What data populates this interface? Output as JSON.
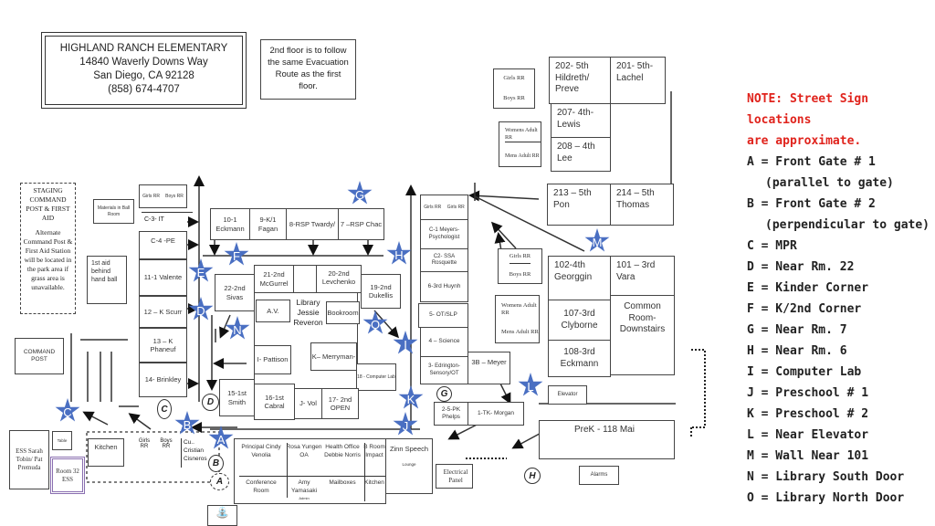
{
  "title_block": {
    "school": "HIGHLAND RANCH ELEMENTARY",
    "street": "14840 Waverly Downs Way",
    "city": "San Diego, CA  92128",
    "phone": "(858) 674-4707"
  },
  "second_floor_note": "2nd floor is to follow the same Evacuation Route as the first floor.",
  "staging": {
    "title": "STAGING COMMAND POST & FIRST AID",
    "body": "Alternate Command Post & First Aid Station will be located in the park area if grass area is unavailable."
  },
  "command_post": "COMMAND POST",
  "first_aid": "1st aid behind hand ball",
  "materials": "Materials in Ball Room",
  "rooms": {
    "girls_boys_rr_west": [
      "Girls RR",
      "Boys RR"
    ],
    "c3": "C-3- IT",
    "c4": "C-4 -PE",
    "r11": "11-1 Valente",
    "r12": "12 – K Scurr",
    "r13": "13 – K Phaneuf",
    "r14": "14- Brinkley",
    "r10": "10-1 Eckmann",
    "r9": "9-K/1 Fagan",
    "r8": "8-RSP Twardy/",
    "r7": "7 –RSP Chac",
    "r22": "22-2nd Sivas",
    "r21": "21-2nd McGurrel",
    "r20": "20-2nd Levchenko",
    "r19": "19-2nd Dukellis",
    "av": "A.V.",
    "library": "Library Jessie Reveron",
    "bookroom": "Bookroom",
    "pattison": "I- Pattison",
    "merryman": "K– Merryman-",
    "r18": "18 - Computer Lab",
    "r15": "15-1st Smith",
    "r16": "16-1st Cabral",
    "vol": "J- Vol",
    "r17": "17- 2nd OPEN",
    "girls_rr_pair": [
      "Girls RR",
      "Girls RR"
    ],
    "c1": "C-1 Meyers- Psychologist",
    "c2": "C2- SSA Rosquette",
    "r6": "6-3rd Huynh",
    "r5": "5- OT/SLP",
    "r4": "4 – Science",
    "r3": "3- Edrington- Sensory/OT",
    "r3b": "3B – Meyer",
    "r2": "2-5-PK Phelps",
    "r1": "1-TK- Morgan",
    "rr_mid": [
      "Girls RR",
      "Boys RR"
    ],
    "adult_rr_mid": [
      "Womens Adult RR",
      "Mens Adult RR"
    ],
    "r102": "102-4th Georggin",
    "r101": "101 – 3rd Vara",
    "r107": "107-3rd Clyborne",
    "r108": "108-3rd Eckmann",
    "common": "Common Room- Downstairs",
    "elevator": "Elevator",
    "prek": "PreK - 118 Mai",
    "alarms": "Alarms",
    "rr_top": [
      "Girls RR",
      "Boys RR"
    ],
    "adult_rr_top": [
      "Womens Adult RR",
      "Mens Adult RR"
    ],
    "r202": "202- 5th Hildreth/ Preve",
    "r201": "201- 5th- Lachel",
    "r207": "207- 4th- Lewis",
    "r208": "208 – 4th Lee",
    "r213": "213 – 5th Pon",
    "r214": "214 – 5th Thomas",
    "ess": "ESS Sarah Tobin/ Pat Premuda",
    "table": "Table",
    "room32": "Room 32 ESS",
    "kitchen_west": "Kitchen",
    "girls_rr_south": "Girls RR",
    "boys_rr_south": "Boys RR",
    "cisneros": "Cu.. Cristian Cisneros",
    "principal": "Principal Cindy Venolia",
    "rosa": "Rosa Yungen OA",
    "health": "Health Office Debbie Norris",
    "b_room": "B Room Impact",
    "conference": "Conference Room",
    "amy": "Amy Yamasaki",
    "amy_role": "Admin",
    "mailboxes": "Mailboxes",
    "kitchen_office": "Kitchen",
    "speech": "Zinn Speech",
    "lounge": "Lounge",
    "electrical": "Electrical Panel"
  },
  "legend": {
    "note_line1": "NOTE: Street Sign locations",
    "note_line2": "are approximate.",
    "items": [
      {
        "letter": "A",
        "text": "A = Front Gate # 1"
      },
      {
        "letter": "",
        "text": "(parallel to gate)"
      },
      {
        "letter": "B",
        "text": "B = Front Gate # 2"
      },
      {
        "letter": "",
        "text": "(perpendicular to gate)"
      },
      {
        "letter": "C",
        "text": "C = MPR"
      },
      {
        "letter": "D",
        "text": "D = Near Rm. 22"
      },
      {
        "letter": "E",
        "text": "E = Kinder Corner"
      },
      {
        "letter": "F",
        "text": "F = K/2nd Corner"
      },
      {
        "letter": "G",
        "text": "G = Near Rm. 7"
      },
      {
        "letter": "H",
        "text": "H = Near Rm. 6"
      },
      {
        "letter": "I",
        "text": "I = Computer Lab"
      },
      {
        "letter": "J",
        "text": "J = Preschool # 1"
      },
      {
        "letter": "K",
        "text": "K = Preschool # 2"
      },
      {
        "letter": "L",
        "text": "L = Near Elevator"
      },
      {
        "letter": "M",
        "text": "M = Wall Near 101"
      },
      {
        "letter": "N",
        "text": "N = Library South Door"
      },
      {
        "letter": "O",
        "text": "O = Library North Door"
      }
    ],
    "note_color": "#e0231c"
  },
  "stars": [
    "A",
    "B",
    "C",
    "D",
    "E",
    "F",
    "G",
    "H",
    "I",
    "J",
    "K",
    "L",
    "M",
    "N",
    "O"
  ],
  "circle_markers": [
    "A",
    "B",
    "C",
    "D",
    "G",
    "H"
  ],
  "colors": {
    "star": "#4a6fc2",
    "room32_border": "#8a6fb0"
  }
}
